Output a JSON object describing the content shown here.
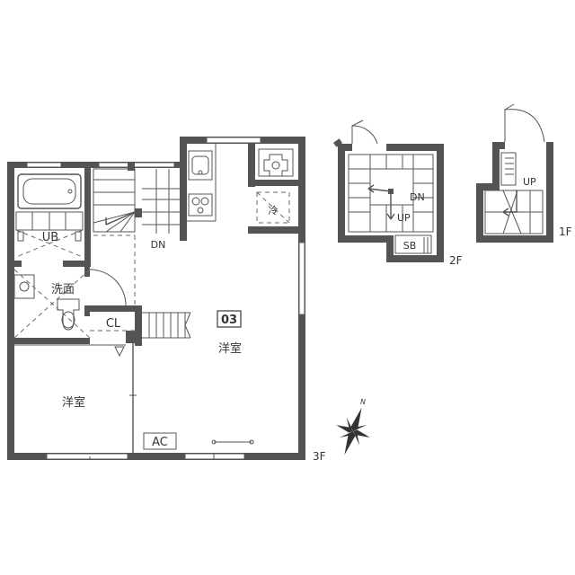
{
  "plan": {
    "unit_number": "03",
    "rooms": {
      "main_room": "洋室",
      "second_room": "洋室",
      "bath": "UB",
      "washroom": "洗面",
      "closet": "CL",
      "fridge": "冷",
      "shoe_box": "SB",
      "aircon": "AC"
    },
    "stairs": {
      "f3_down": "DN",
      "f2_down": "DN",
      "f2_up": "UP",
      "f1_up": "UP"
    },
    "floors": {
      "f3": "3F",
      "f2": "2F",
      "f1": "1F"
    },
    "compass": {
      "north": "N"
    }
  }
}
